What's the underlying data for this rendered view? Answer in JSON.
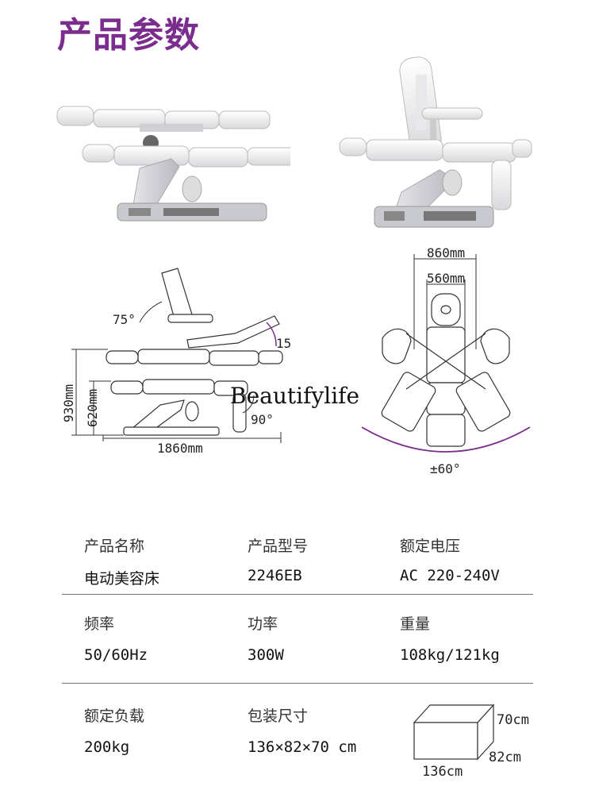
{
  "header": {
    "title": "产品参数"
  },
  "diagram_side": {
    "angle_back": "75°",
    "angle_leg": "15°",
    "angle_foot": "90°",
    "height_max": "930mm",
    "height_min": "620mm",
    "length": "1860mm"
  },
  "diagram_top": {
    "width_arms": "860mm",
    "width_body": "560mm",
    "rotation": "±60°"
  },
  "watermark": "Beautifylife",
  "specs": {
    "row1": {
      "name_label": "产品名称",
      "name_value": "电动美容床",
      "model_label": "产品型号",
      "model_value": "2246EB",
      "voltage_label": "额定电压",
      "voltage_value": "AC 220-240V"
    },
    "row2": {
      "freq_label": "频率",
      "freq_value": "50/60Hz",
      "power_label": "功率",
      "power_value": "300W",
      "weight_label": "重量",
      "weight_value": "108kg/121kg"
    },
    "row3": {
      "load_label": "额定负载",
      "load_value": "200kg",
      "package_label": "包装尺寸",
      "package_value": "136×82×70 cm"
    },
    "box": {
      "height": "70cm",
      "depth": "82cm",
      "length": "136cm"
    }
  },
  "colors": {
    "title": "#7b2d8e",
    "arc": "#7b2d8e"
  }
}
